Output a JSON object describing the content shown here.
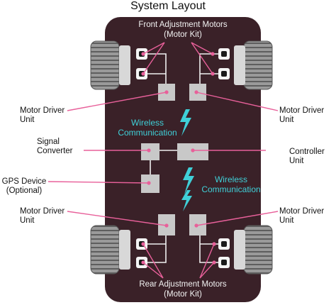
{
  "title": "System Layout",
  "front_motors": {
    "line1": "Front Adjustment Motors",
    "line2": "(Motor Kit)"
  },
  "rear_motors": {
    "line1": "Rear Adjustment Motors",
    "line2": "(Motor Kit)"
  },
  "wireless_1": {
    "line1": "Wireless",
    "line2": "Communication"
  },
  "wireless_2": {
    "line1": "Wireless",
    "line2": "Communication"
  },
  "labels": {
    "motor_driver_fl": {
      "line1": "Motor Driver",
      "line2": "Unit"
    },
    "motor_driver_fr": {
      "line1": "Motor Driver",
      "line2": "Unit"
    },
    "signal_converter": {
      "line1": "Signal",
      "line2": "Converter"
    },
    "controller_unit": {
      "line1": "Controller",
      "line2": "Unit"
    },
    "gps_device": {
      "line1": "GPS Device",
      "line2": "(Optional)"
    },
    "motor_driver_rl": {
      "line1": "Motor Driver",
      "line2": "Unit"
    },
    "motor_driver_rr": {
      "line1": "Motor Driver",
      "line2": "Unit"
    }
  },
  "colors": {
    "chassis": "#3a2128",
    "leader": "#e8609a",
    "wireless": "#3fd0d8",
    "box": "#c8c8c8",
    "tire": "#8a8a8a"
  }
}
